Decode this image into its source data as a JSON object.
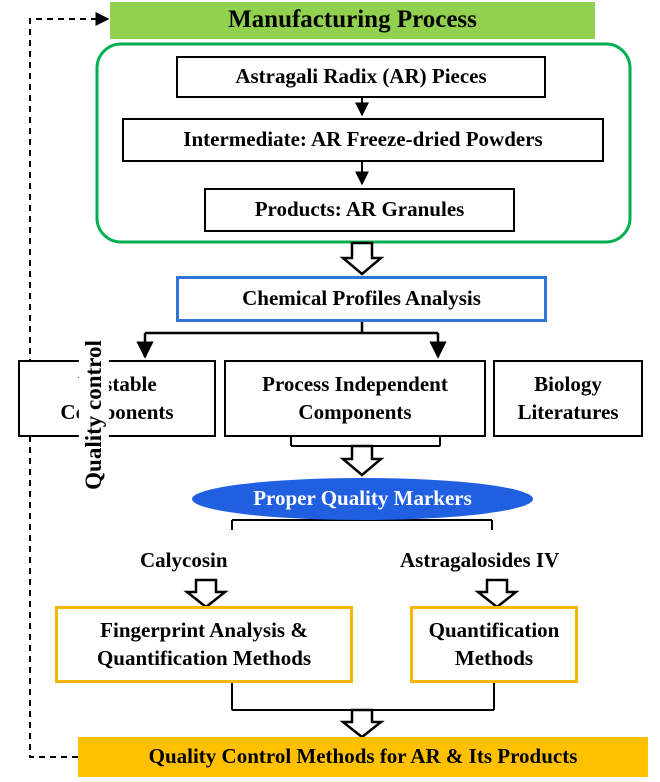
{
  "title": "Manufacturing Process",
  "steps": {
    "pieces": "Astragali Radix (AR) Pieces",
    "intermediate": "Intermediate: AR Freeze-dried Powders",
    "products": "Products: AR Granules"
  },
  "analysis": "Chemical Profiles Analysis",
  "components": {
    "unstable_l1": "Unstable",
    "unstable_l2": "Components",
    "process_l1": "Process Independent",
    "process_l2": "Components",
    "biology_l1": "Biology",
    "biology_l2": "Literatures"
  },
  "markers": "Proper Quality Markers",
  "compounds": {
    "calycosin": "Calycosin",
    "astragaloside": "Astragalosides IV"
  },
  "methods": {
    "fingerprint_l1": "Fingerprint Analysis &",
    "fingerprint_l2": "Quantification Methods",
    "quant_l1": "Quantification",
    "quant_l2": "Methods"
  },
  "final": "Quality Control Methods for AR & Its Products",
  "loop_label": "Quality control",
  "colors": {
    "title_green": "#92d050",
    "container_green": "#00b050",
    "analysis_blue": "#2e75d6",
    "marker_blue": "#1f5fe0",
    "method_orange": "#f5b800",
    "final_orange": "#ffc000"
  }
}
